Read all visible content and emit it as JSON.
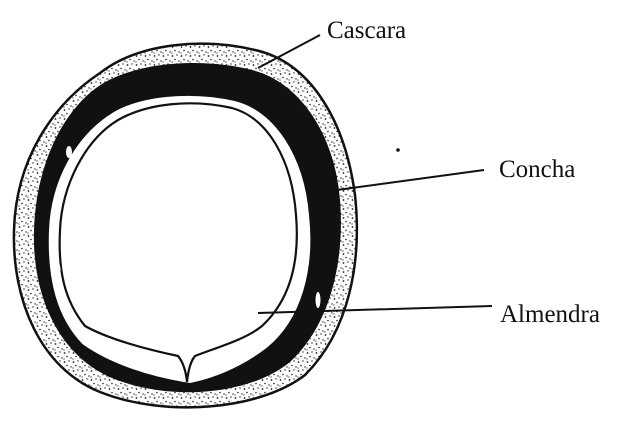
{
  "diagram": {
    "labels": {
      "husk": "Cascara",
      "shell": "Concha",
      "kernel": "Almendra"
    }
  },
  "colors": {
    "ink": "#111111",
    "background": "#ffffff",
    "stipple": "#222222"
  }
}
